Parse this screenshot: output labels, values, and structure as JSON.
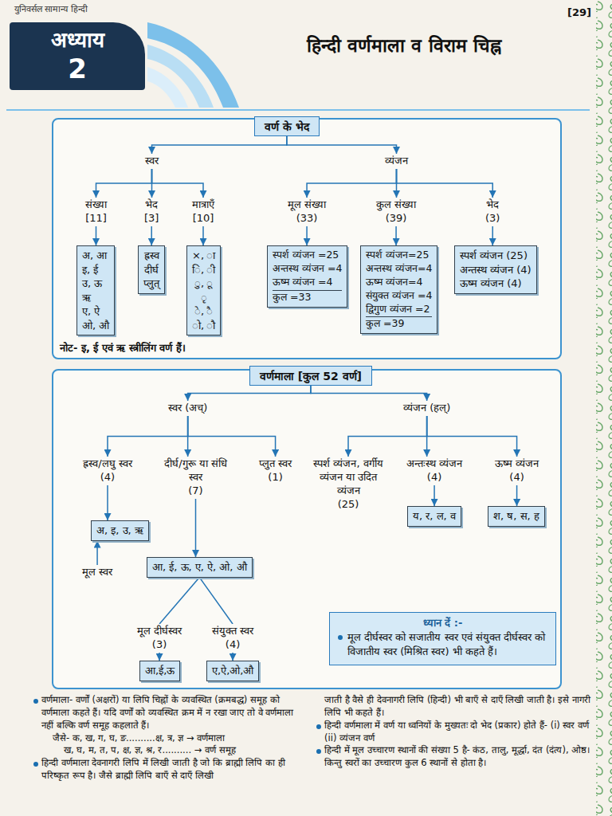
{
  "diagram": {
    "title": "हिन्दी वर्णमाला व विराम चिह्न",
    "nodes": [
      {
        "text": [
          "अध्याय",
          "2"
        ]
      },
      {
        "text": [
          "वर्ण के भेद"
        ]
      },
      {
        "text": [
          "स्वर"
        ]
      },
      {
        "text": [
          "व्यंजन"
        ]
      },
      {
        "text": [
          "संख्या",
          "[11]"
        ]
      },
      {
        "text": [
          "भेद",
          "[3]"
        ]
      },
      {
        "text": [
          "मात्राएँ",
          "[10]"
        ]
      },
      {
        "text": [
          "मूल संख्या",
          "(33)"
        ]
      },
      {
        "text": [
          "कुल संख्या",
          "(39)"
        ]
      },
      {
        "text": [
          "भेद",
          "(3)"
        ]
      },
      {
        "text": [
          "अ, आ",
          "इ, ई",
          "उ, ऊ",
          "ऋ",
          "ए, ऐ",
          "ओ, औ"
        ]
      },
      {
        "text": [
          "ह्रस्व",
          "दीर्घ",
          "प्लुत्"
        ]
      },
      {
        "text": [
          "×, ा",
          "ि, ी",
          "ु, ू",
          "ृ",
          "े, ै",
          "ो, ौ"
        ]
      },
      {
        "text": [
          "स्पर्श व्यंजन =25",
          "अन्तस्थ व्यंजन =4",
          "ऊष्म व्यंजन =4",
          "कुल =33"
        ]
      },
      {
        "text": [
          "स्पर्श व्यंजन=25",
          "अन्तस्थ व्यंजन=4",
          "ऊष्म व्यंजन=4",
          "संयुक्त व्यंजन =4",
          "द्विगुण व्यंजन =2",
          "कुल =39"
        ]
      },
      {
        "text": [
          "स्पर्श व्यंजन (25)",
          "अन्तस्थ व्यंजन (4)",
          "ऊष्म व्यंजन (4)"
        ]
      },
      {
        "text": [
          "वर्णमाला [कुल 52 वर्ण]"
        ]
      },
      {
        "text": [
          "स्वर (अच्)"
        ]
      },
      {
        "text": [
          "व्यंजन (हल्)"
        ]
      },
      {
        "text": [
          "ह्रस्व/लघु स्वर",
          "(4)"
        ]
      },
      {
        "text": [
          "दीर्घ/गुरू या संधि स्वर",
          "(7)"
        ]
      },
      {
        "text": [
          "प्लुत स्वर",
          "(1)"
        ]
      },
      {
        "text": [
          "स्पर्श व्यंजन, वर्गीय व्यंजन या उदित व्यंजन",
          "(25)"
        ]
      },
      {
        "text": [
          "अन्तःस्थ व्यंजन",
          "(4)"
        ]
      },
      {
        "text": [
          "ऊष्म व्यंजन",
          "(4)"
        ]
      },
      {
        "text": [
          "अ, इ, उ, ऋ"
        ]
      },
      {
        "text": [
          "मूल स्वर"
        ]
      },
      {
        "text": [
          "आ, ई, ऊ, ए, ऐ, ओ, औ"
        ]
      },
      {
        "text": [
          "य, र, ल, व"
        ]
      },
      {
        "text": [
          "श, ष, स, ह"
        ]
      },
      {
        "text": [
          "मूल दीर्घस्वर",
          "(3)"
        ]
      },
      {
        "text": [
          "संयुक्त स्वर",
          "(4)"
        ]
      },
      {
        "text": [
          "आ,ई,ऊ"
        ]
      },
      {
        "text": [
          "ए,ऐ,ओ,औ"
        ]
      },
      {
        "text": [
          "ध्यान दें :-",
          "मूल दीर्घस्वर को सजातीय स्वर एवं संयुक्त दीर्घस्वर को विजातीय स्वर (मिश्रित स्वर) भी कहते हैं।"
        ]
      }
    ],
    "edges": [
      {
        "from": 1,
        "to": 2,
        "arrow": "to"
      },
      {
        "from": 1,
        "to": 3,
        "arrow": "to"
      },
      {
        "from": 2,
        "to": 4,
        "arrow": "to"
      },
      {
        "from": 2,
        "to": 5,
        "arrow": "to"
      },
      {
        "from": 2,
        "to": 6,
        "arrow": "to"
      },
      {
        "from": 3,
        "to": 7,
        "arrow": "to"
      },
      {
        "from": 3,
        "to": 8,
        "arrow": "to"
      },
      {
        "from": 3,
        "to": 9,
        "arrow": "to"
      },
      {
        "from": 4,
        "to": 10,
        "arrow": "to"
      },
      {
        "from": 5,
        "to": 11,
        "arrow": "to"
      },
      {
        "from": 6,
        "to": 12,
        "arrow": "to"
      },
      {
        "from": 7,
        "to": 13,
        "arrow": "to"
      },
      {
        "from": 8,
        "to": 14,
        "arrow": "to"
      },
      {
        "from": 9,
        "to": 15,
        "arrow": "to"
      },
      {
        "from": 16,
        "to": 17,
        "arrow": "to"
      },
      {
        "from": 16,
        "to": 18,
        "arrow": "to"
      },
      {
        "from": 17,
        "to": 19,
        "arrow": "to"
      },
      {
        "from": 17,
        "to": 20,
        "arrow": "to"
      },
      {
        "from": 17,
        "to": 21,
        "arrow": "to"
      },
      {
        "from": 18,
        "to": 22,
        "arrow": "to"
      },
      {
        "from": 18,
        "to": 23,
        "arrow": "to"
      },
      {
        "from": 18,
        "to": 24,
        "arrow": "to"
      },
      {
        "from": 19,
        "to": 25,
        "arrow": "to"
      },
      {
        "from": 20,
        "to": 27,
        "arrow": "to"
      },
      {
        "from": 23,
        "to": 28,
        "arrow": "to"
      },
      {
        "from": 24,
        "to": 29,
        "arrow": "to"
      },
      {
        "from": 26,
        "to": 25,
        "arrow": "to"
      },
      {
        "from": 27,
        "to": 30,
        "arrow": "none"
      },
      {
        "from": 27,
        "to": 31,
        "arrow": "none"
      },
      {
        "from": 30,
        "to": 32,
        "arrow": "to"
      },
      {
        "from": 31,
        "to": 33,
        "arrow": "to"
      }
    ],
    "labels": [
      "युनिवर्सल सामान्य हिन्दी",
      "[29]",
      "नोट- इ, ई एवं ऋ स्त्रीलिंग वर्ण हैं।",
      "वर्णमाला- वर्णों (अक्षरों) या लिपि चिह्नों के व्यवस्थित (क्रमबद्ध) समूह को वर्णमाला कहते हैं। यदि वर्णों को व्यवस्थित क्रम में न रखा जाए तो वे वर्णमाला नहीं बल्कि वर्ण समूह कहलाते हैं।",
      "जैसे- क, ख, ग, घ, ङ..........क्ष, त्र, ज्ञ → वर्णमाला",
      "ख, घ, म, त, प, क्ष, ज्ञ, श्र, र.......... → वर्ण समूह",
      "हिन्दी वर्णमाला देवनागरी लिपि में लिखी जाती है जो कि ब्राह्मी लिपि का ही परिष्कृत रूप है। जैसे ब्राह्मी लिपि बाएँ से दाएँ लिखी",
      "जाती है वैसे ही देवनागरी लिपि (हिन्दी) भी बाएँ से दाएँ लिखी जाती है। इसे नागरी लिपि भी कहते हैं।",
      "हिन्दी वर्णमाला में वर्ण या ध्वनियों के मुख्यतः दो भेद (प्रकार) होते हैं- (i) स्वर वर्ण (ii) व्यंजन वर्ण",
      "हिन्दी में मूल उच्चारण स्थानों की संख्या 5 है- कंठ, तालु, मूर्द्धा, दंत (दंत्य), ओष्ठ। किन्तु स्वरों का उच्चारण कुल 6 स्थानों से होता है।"
    ]
  }
}
